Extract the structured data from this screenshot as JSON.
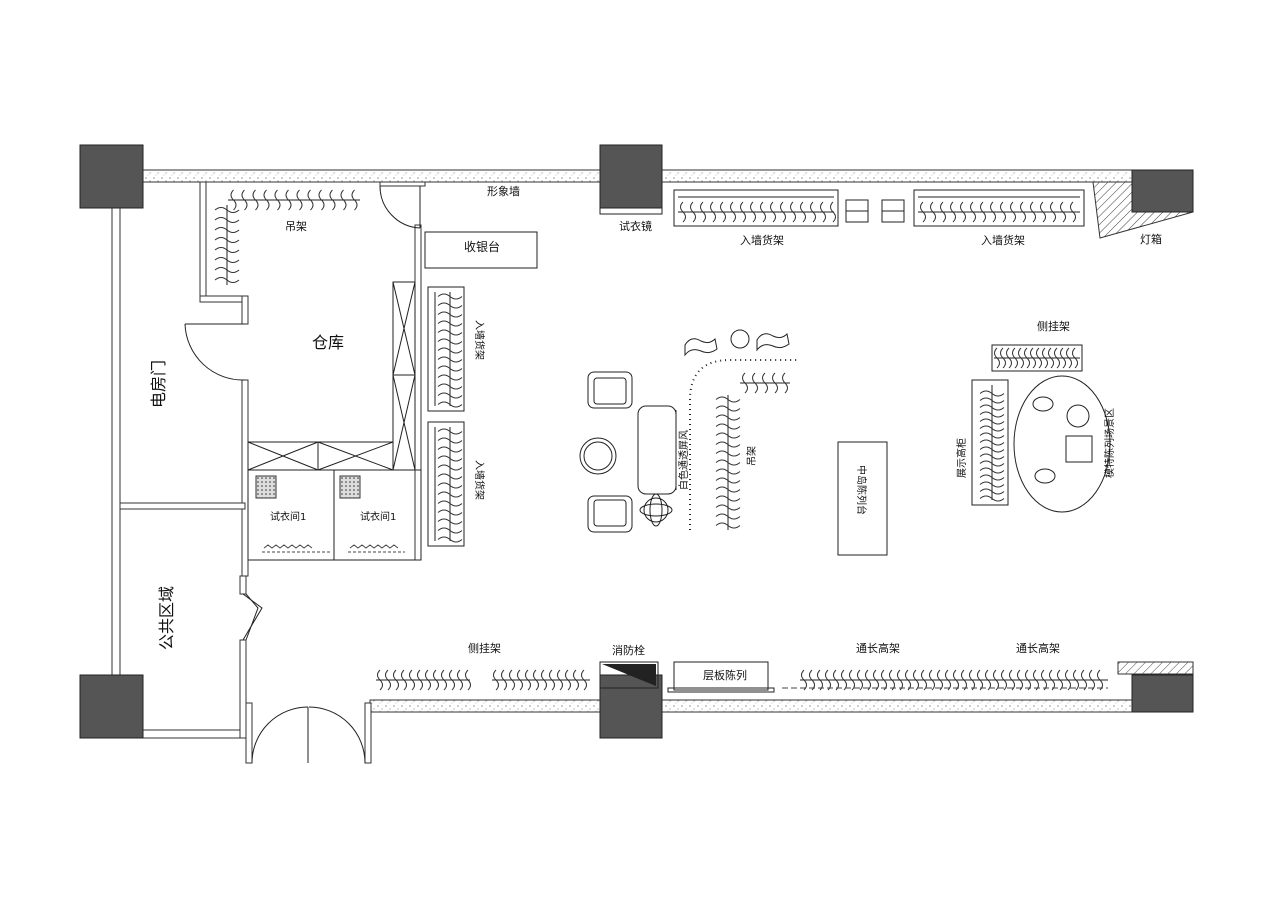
{
  "labels": {
    "image_wall": "形象墙",
    "hanging_rack_top": "吊架",
    "cashier": "收银台",
    "warehouse": "仓库",
    "electrical_room_door": "电房门",
    "public_area": "公共区域",
    "fitting_room_1": "试衣间1",
    "fitting_room_2": "试衣间1",
    "wall_shelf_vertical_1": "入墙货架",
    "wall_shelf_vertical_2": "入墙货架",
    "fitting_mirror": "试衣镜",
    "wall_shelf_top_1": "入墙货架",
    "wall_shelf_top_2": "入墙货架",
    "light_box": "灯箱",
    "side_rack_right": "侧挂架",
    "display_cabinet": "展示高柜",
    "model_display_area": "模特陈列场景区",
    "white_screen": "白色通透屏风",
    "hanging_rack_center": "吊架",
    "center_counter": "中岛陈列台",
    "side_rack_bottom": "侧挂架",
    "fire_hydrant": "消防栓",
    "shelf_display": "层板陈列",
    "long_rack_1": "通长高架",
    "long_rack_2": "通长高架"
  },
  "colors": {
    "column_fill": "#555555",
    "wall_stroke": "#333333",
    "line": "#222222"
  }
}
